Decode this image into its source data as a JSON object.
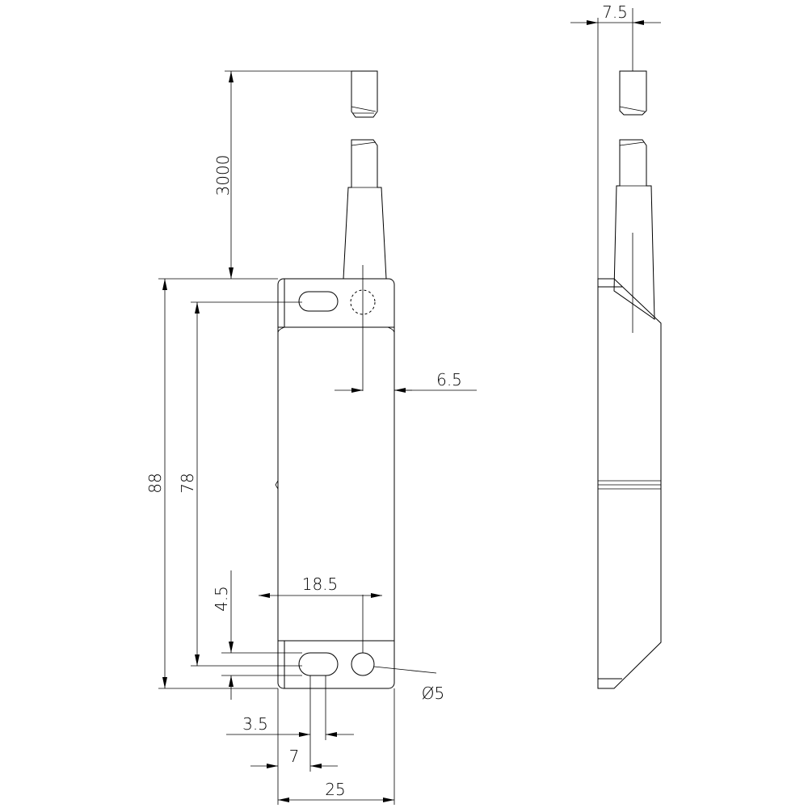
{
  "drawing": {
    "dimensions": {
      "cable_length": "3000",
      "overall_height": "88",
      "hole_spacing": "78",
      "hole_offset": "4.5",
      "cable_offset": "6.5",
      "hole_center_distance": "18.5",
      "slot_width": "3.5",
      "slot_center": "7",
      "body_width": "25",
      "hole_diameter": "Ø5",
      "side_thickness": "7.5"
    }
  }
}
